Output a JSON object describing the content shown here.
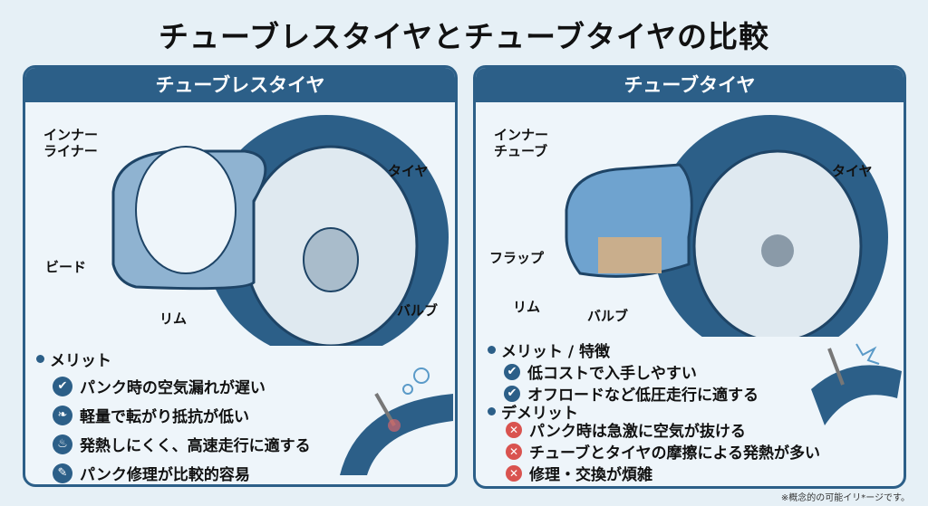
{
  "title": "チューブレスタイヤとチューブタイヤの比較",
  "left": {
    "header": "チューブレスタイヤ",
    "labels": {
      "inner_liner": "インナー\nライナー",
      "tire": "タイヤ",
      "bead": "ビード",
      "rim": "リム",
      "valve": "バルブ"
    },
    "merit_title": "メリット",
    "merits": [
      {
        "icon": "check-icon",
        "text": "パンク時の空気漏れが遅い"
      },
      {
        "icon": "leaf-icon",
        "text": "軽量で転がり抵抗が低い"
      },
      {
        "icon": "flame-icon",
        "text": "発熱しにくく、高速走行に適する"
      },
      {
        "icon": "wrench-icon",
        "text": "パンク修理が比較的容易"
      }
    ]
  },
  "right": {
    "header": "チューブタイヤ",
    "labels": {
      "inner_tube": "インナー\nチューブ",
      "tire": "タイヤ",
      "flap": "フラップ",
      "rim": "リム",
      "valve": "バルブ"
    },
    "merit_title": "メリット / 特徴",
    "merits": [
      "低コストで入手しやすい",
      "オフロードなど低圧走行に適する"
    ],
    "demerit_title": "デメリット",
    "demerits": [
      "パンク時は急激に空気が抜ける",
      "チューブとタイヤの摩擦による発熱が多い",
      "修理・交換が煩雑"
    ]
  },
  "footnote": "※概念的の可能イリ*ージです。",
  "colors": {
    "primary": "#2c5f88",
    "danger": "#d9534f",
    "background": "#e6f0f6"
  }
}
